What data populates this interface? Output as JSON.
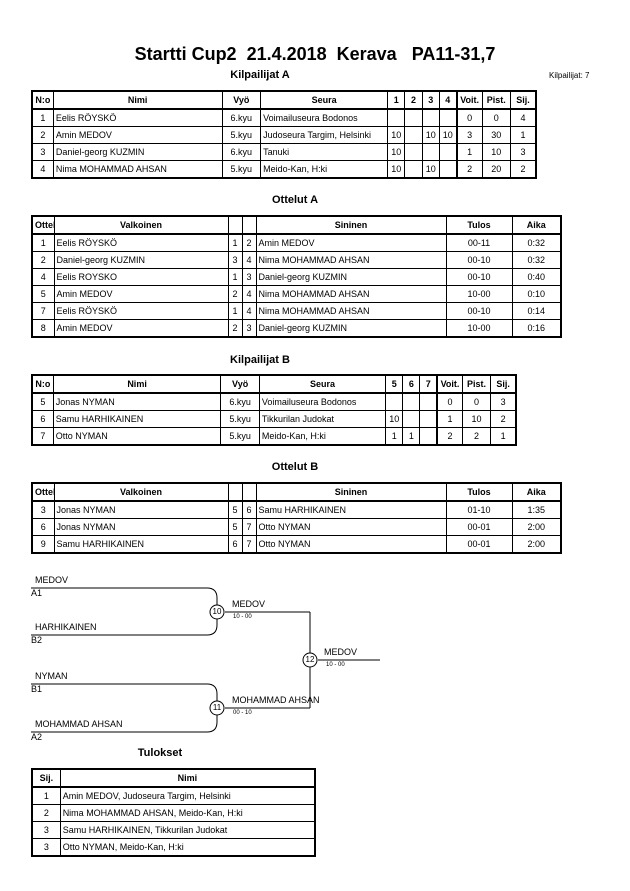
{
  "title": "Startti Cup2  21.4.2018  Kerava   PA11-31,7",
  "kilpailijat_count": "Kilpailijat: 7",
  "poolA": {
    "heading": "Kilpailijat A",
    "headers": [
      "N:o",
      "Nimi",
      "Vyö",
      "Seura",
      "1",
      "2",
      "3",
      "4",
      "Voit.",
      "Pist.",
      "Sij."
    ],
    "rows": [
      [
        "1",
        "Eelis RÖYSKÖ",
        "6.kyu",
        "Voimailuseura Bodonos",
        "",
        "",
        "",
        "",
        "0",
        "0",
        "4"
      ],
      [
        "2",
        "Amin MEDOV",
        "5.kyu",
        "Judoseura Targim, Helsinki",
        "10",
        "",
        "10",
        "10",
        "3",
        "30",
        "1"
      ],
      [
        "3",
        "Daniel-georg KUZMIN",
        "6.kyu",
        "Tanuki",
        "10",
        "",
        "",
        "",
        "1",
        "10",
        "3"
      ],
      [
        "4",
        "Nima MOHAMMAD AHSAN",
        "5.kyu",
        "Meido-Kan, H:ki",
        "10",
        "",
        "10",
        "",
        "2",
        "20",
        "2"
      ]
    ]
  },
  "matchesA": {
    "heading": "Ottelut A",
    "headers": [
      "Ottelu",
      "Valkoinen",
      "",
      "",
      "Sininen",
      "Tulos",
      "Aika"
    ],
    "rows": [
      [
        "1",
        "Eelis RÖYSKÖ",
        "1",
        "2",
        "Amin MEDOV",
        "00-11",
        "0:32"
      ],
      [
        "2",
        "Daniel-georg KUZMIN",
        "3",
        "4",
        "Nima MOHAMMAD AHSAN",
        "00-10",
        "0:32"
      ],
      [
        "4",
        "Eelis ROYSKO",
        "1",
        "3",
        "Daniel-georg KUZMIN",
        "00-10",
        "0:40"
      ],
      [
        "5",
        "Amin MEDOV",
        "2",
        "4",
        "Nima MOHAMMAD AHSAN",
        "10-00",
        "0:10"
      ],
      [
        "7",
        "Eelis RÖYSKÖ",
        "1",
        "4",
        "Nima MOHAMMAD AHSAN",
        "00-10",
        "0:14"
      ],
      [
        "8",
        "Amin MEDOV",
        "2",
        "3",
        "Daniel-georg KUZMIN",
        "10-00",
        "0:16"
      ]
    ]
  },
  "poolB": {
    "heading": "Kilpailijat B",
    "headers": [
      "N:o",
      "Nimi",
      "Vyö",
      "Seura",
      "5",
      "6",
      "7",
      "Voit.",
      "Pist.",
      "Sij."
    ],
    "rows": [
      [
        "5",
        "Jonas NYMAN",
        "6.kyu",
        "Voimailuseura Bodonos",
        "",
        "",
        "",
        "0",
        "0",
        "3"
      ],
      [
        "6",
        "Samu HARHIKAINEN",
        "5.kyu",
        "Tikkurilan Judokat",
        "10",
        "",
        "",
        "1",
        "10",
        "2"
      ],
      [
        "7",
        "Otto NYMAN",
        "5.kyu",
        "Meido-Kan, H:ki",
        "1",
        "1",
        "",
        "2",
        "2",
        "1"
      ]
    ]
  },
  "matchesB": {
    "heading": "Ottelut B",
    "headers": [
      "Ottelu",
      "Valkoinen",
      "",
      "",
      "Sininen",
      "Tulos",
      "Aika"
    ],
    "rows": [
      [
        "3",
        "Jonas NYMAN",
        "5",
        "6",
        "Samu HARHIKAINEN",
        "01-10",
        "1:35"
      ],
      [
        "6",
        "Jonas NYMAN",
        "5",
        "7",
        "Otto NYMAN",
        "00-01",
        "2:00"
      ],
      [
        "9",
        "Samu HARHIKAINEN",
        "6",
        "7",
        "Otto NYMAN",
        "00-01",
        "2:00"
      ]
    ]
  },
  "bracket": {
    "a1_name": "MEDOV",
    "a1_label": "A1",
    "b2_name": "HARHIKAINEN",
    "b2_label": "B2",
    "b1_name": "NYMAN",
    "b1_label": "B1",
    "a2_name": "MOHAMMAD AHSAN",
    "a2_label": "A2",
    "m10": "10",
    "m10_winner": "MEDOV",
    "m10_score": "10 - 00",
    "m11": "11",
    "m11_winner": "MOHAMMAD AHSAN",
    "m11_score": "00 - 10",
    "m12": "12",
    "m12_winner": "MEDOV",
    "m12_score": "10 - 00"
  },
  "results": {
    "heading": "Tulokset",
    "headers": [
      "Sij.",
      "Nimi"
    ],
    "rows": [
      [
        "1",
        "Amin MEDOV, Judoseura Targim, Helsinki"
      ],
      [
        "2",
        "Nima MOHAMMAD AHSAN, Meido-Kan, H:ki"
      ],
      [
        "3",
        "Samu HARHIKAINEN, Tikkurilan Judokat"
      ],
      [
        "3",
        "Otto NYMAN, Meido-Kan, H:ki"
      ]
    ]
  }
}
